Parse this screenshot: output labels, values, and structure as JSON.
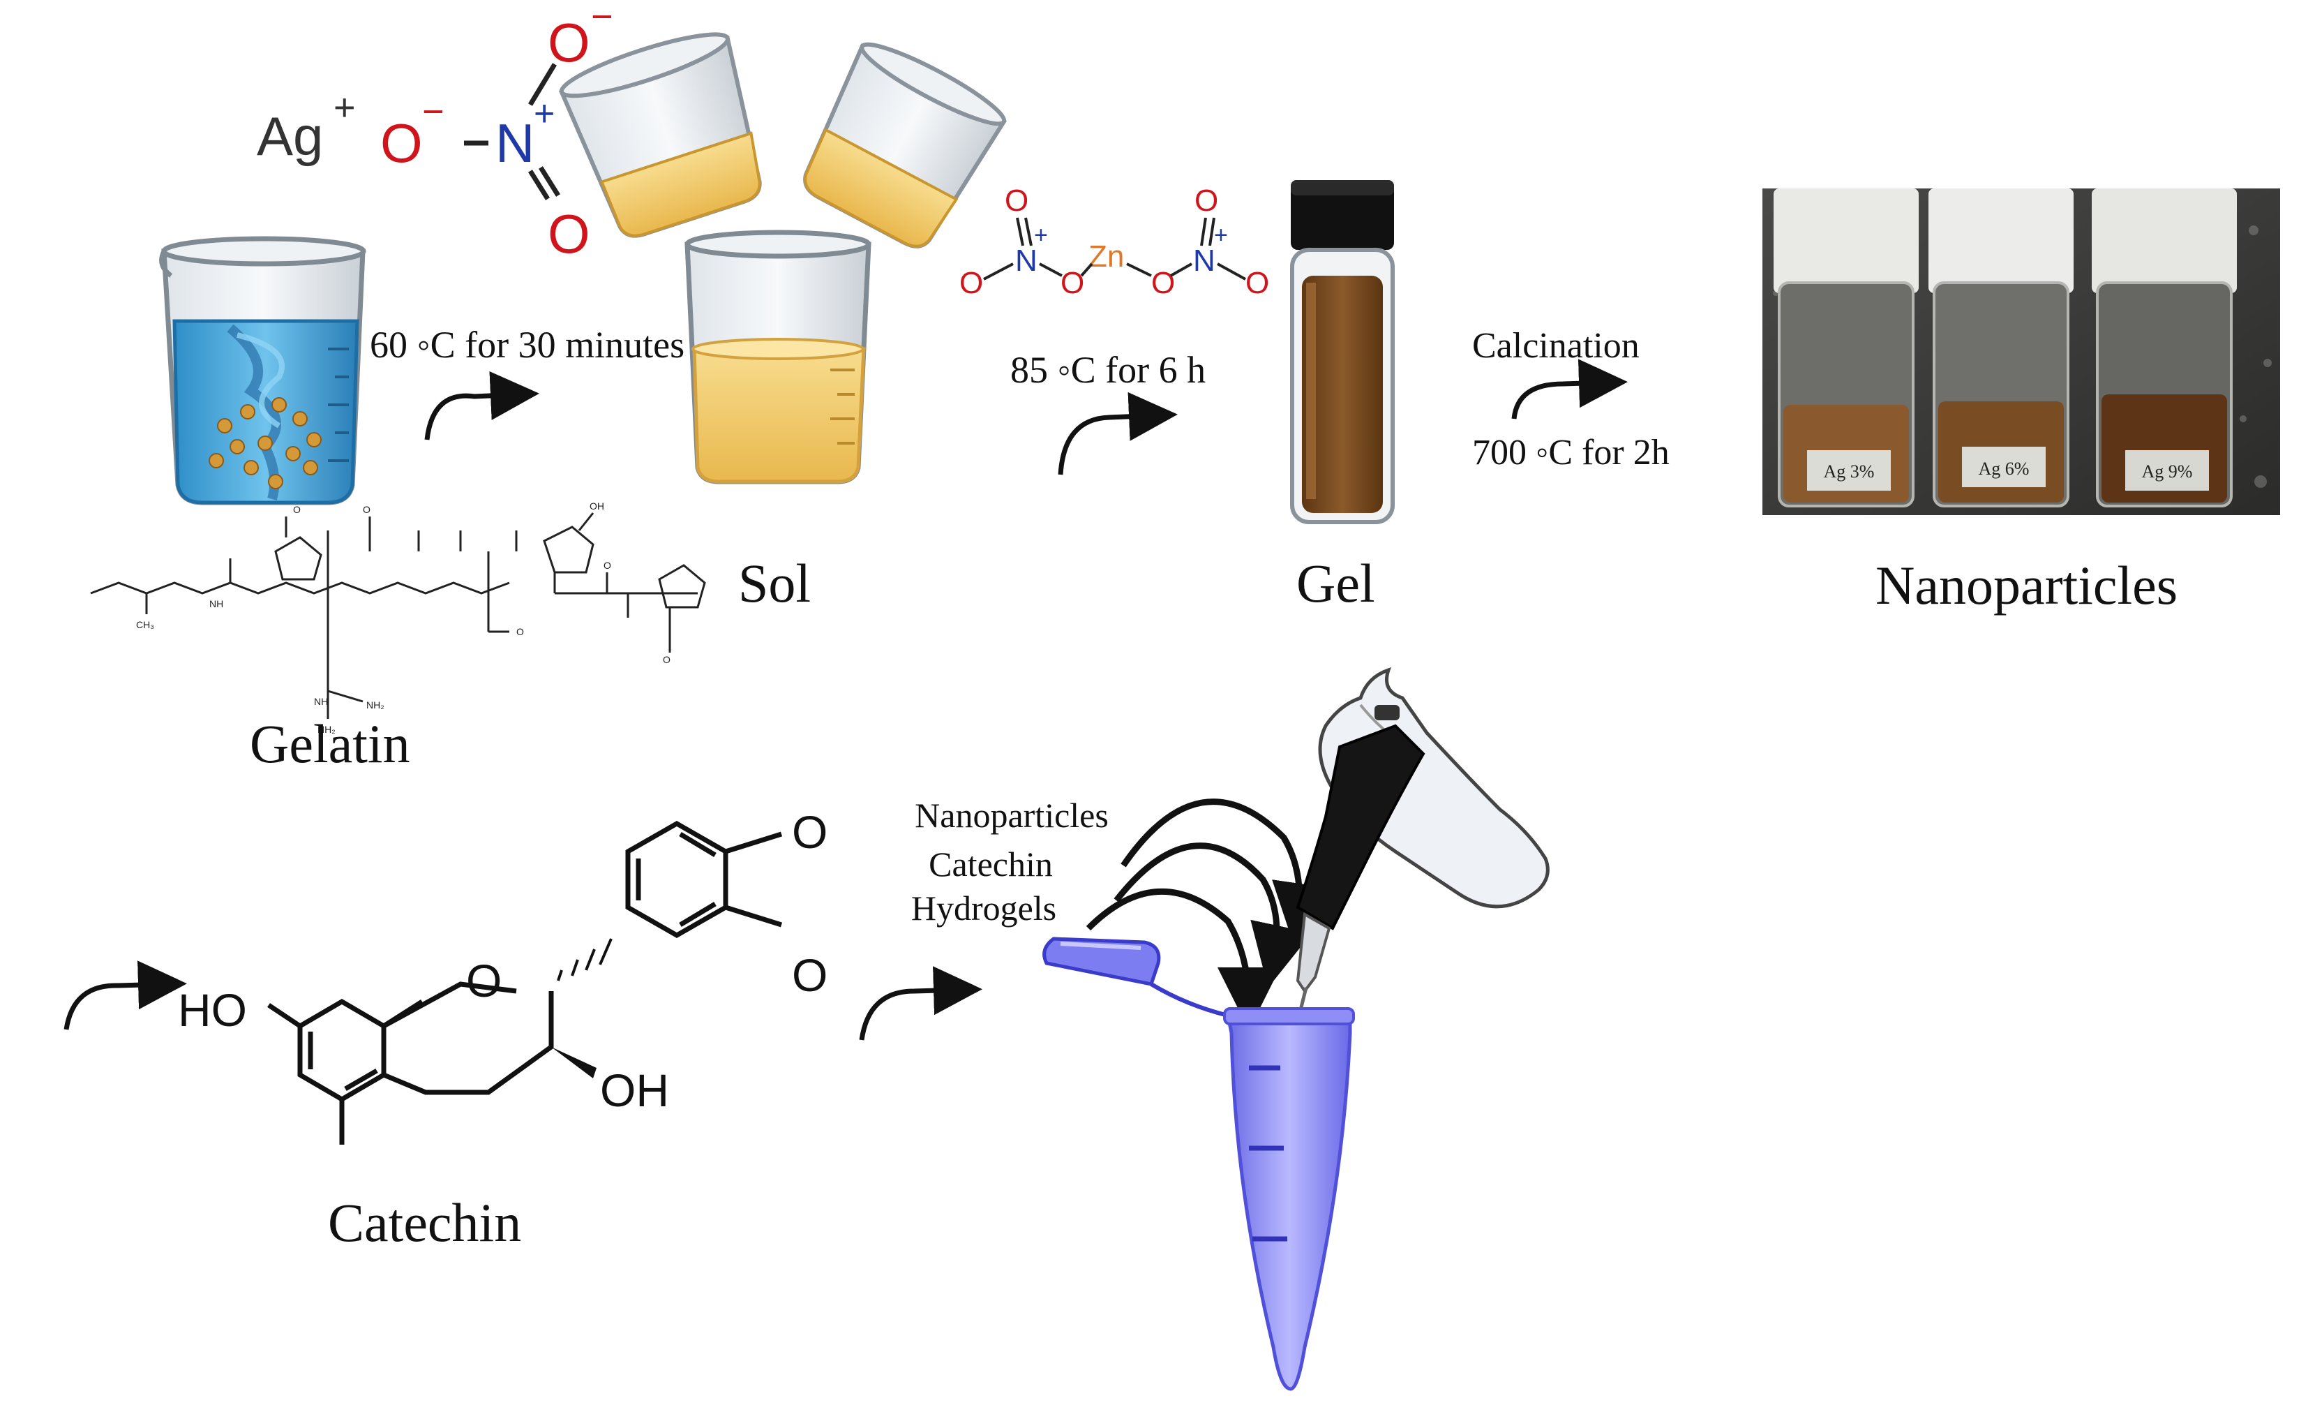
{
  "labels": {
    "step1_condition": "60 ◦C for 30 minutes",
    "step2_condition": "85 ◦C for 6 h",
    "calcination": "Calcination",
    "calcination_condition": "700 ◦C for 2h",
    "sol": "Sol",
    "gel": "Gel",
    "gelatin": "Gelatin",
    "nanoparticles_title": "Nanoparticles",
    "catechin": "Catechin",
    "mix_item_1": "Nanoparticles",
    "mix_item_2": "Catechin",
    "mix_item_3": "Hydrogels"
  },
  "chemistry": {
    "silver_ion": "Ag",
    "silver_charge": "+",
    "nitrate_o_left": "O",
    "nitrate_o_charge": "−",
    "nitrate_o_top": "O",
    "nitrate_n": "N",
    "nitrate_n_charge": "+",
    "nitrate_o_bottom": "O",
    "zn": "Zn",
    "o": "O",
    "n": "N",
    "plus": "+",
    "minus": "−",
    "catechin_ho": "HO",
    "catechin_ring_o": "O",
    "catechin_oh": "OH",
    "catechin_o_top": "O",
    "catechin_o_bottom": "O"
  },
  "vial_labels": [
    "Ag 3%",
    "Ag 6%",
    "Ag 9%"
  ],
  "colors": {
    "water": "#4aa8dc",
    "sol": "#f2c86a",
    "gel": "#7a4a1e",
    "oxygen": "#d0141c",
    "nitrogen": "#1f3aa8",
    "zinc": "#e0782a",
    "tube": "#7d7df2",
    "arrow": "#111111"
  }
}
